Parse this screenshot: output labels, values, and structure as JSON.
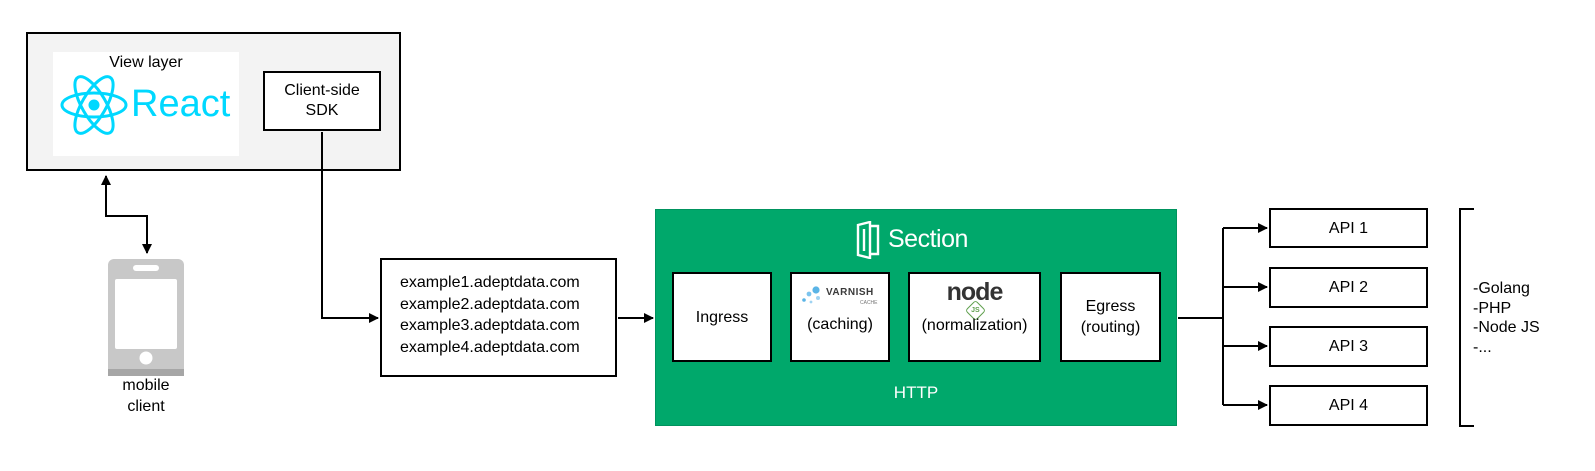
{
  "view": {
    "label": "View layer",
    "react_label": "React",
    "sdk_line1": "Client-side",
    "sdk_line2": "SDK"
  },
  "mobile": {
    "line1": "mobile",
    "line2": "client"
  },
  "domains": [
    "example1.adeptdata.com",
    "example2.adeptdata.com",
    "example3.adeptdata.com",
    "example4.adeptdata.com"
  ],
  "section": {
    "brand": "Section",
    "protocol": "HTTP",
    "color": "#00a86b",
    "modules": {
      "ingress": "Ingress",
      "varnish_logo": "VARNISH",
      "varnish_sub": "CACHE",
      "varnish_caption": "(caching)",
      "node_logo": "node",
      "node_badge": "JS",
      "node_caption": "(normalization)",
      "egress_line1": "Egress",
      "egress_line2": "(routing)"
    }
  },
  "apis": [
    "API 1",
    "API 2",
    "API 3",
    "API 4"
  ],
  "languages": [
    "-Golang",
    "-PHP",
    "-Node JS",
    "-..."
  ],
  "colors": {
    "react": "#00d8ff",
    "phone": "#c8c8c8",
    "view_bg": "#f3f3f3"
  }
}
